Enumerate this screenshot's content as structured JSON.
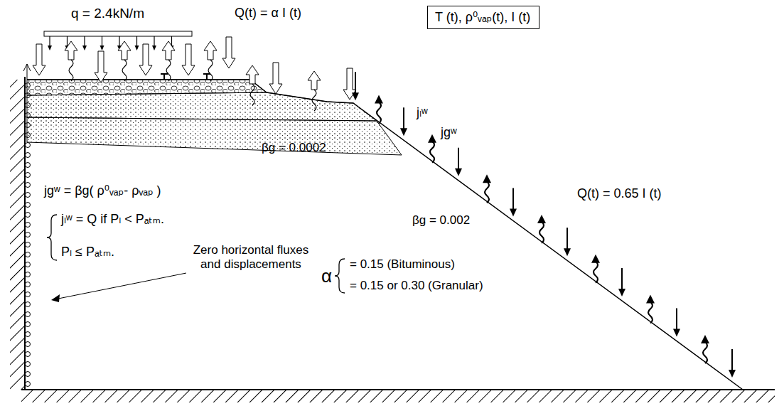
{
  "diagram": {
    "nodes": [
      {
        "text": [
          "T (t), ρ⁰ᵥₐₚ(t), I (t)"
        ]
      }
    ],
    "edges": [],
    "labels": [
      "q = 2.4kN/m",
      "Q(t) = α I (t)",
      "jₗʷ",
      "jgʷ",
      "βg = 0.0002",
      "jgʷ = βg( ρ⁰ᵥₐₚ- ρᵥₐₚ )",
      "jₗʷ = Q      if  Pₗ < Pₐₜₘ.",
      "Pₗ ≤ Pₐₜₘ.",
      "Zero horizontal fluxes and displacements",
      "Q(t) = 0.65 I (t)",
      "βg = 0.002",
      "α",
      "= 0.15  (Bituminous)",
      "= 0.15 or 0.30  (Granular)"
    ]
  }
}
